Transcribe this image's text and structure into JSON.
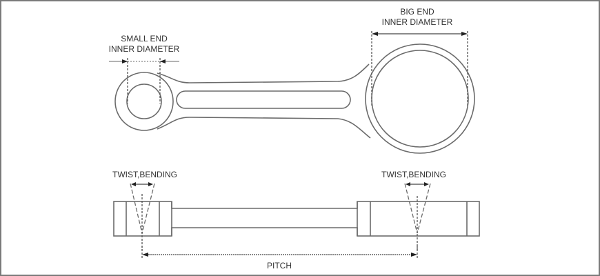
{
  "diagram": {
    "subject": "Connecting rod inspection",
    "labels": {
      "small_end_line1": "SMALL END",
      "small_end_line2": "INNER DIAMETER",
      "big_end_line1": "BIG END",
      "big_end_line2": "INNER DIAMETER",
      "twist_bending_left": "TWIST,BENDING",
      "twist_bending_right": "TWIST,BENDING",
      "pitch": "PITCH"
    },
    "colors": {
      "outline": "#6b6b6b",
      "text": "#333333",
      "frame": "#7a7a7a"
    }
  }
}
